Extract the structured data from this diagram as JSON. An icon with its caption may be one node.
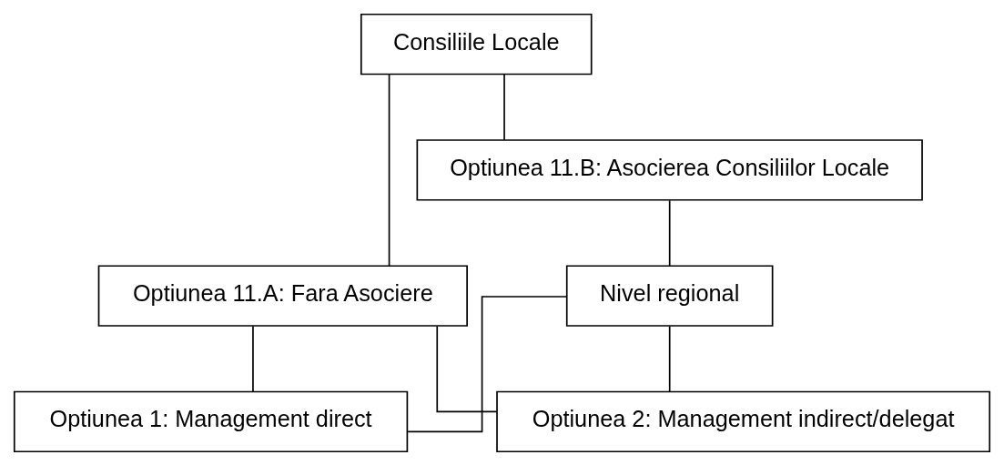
{
  "diagram": {
    "nodes": [
      {
        "text": [
          "Consiliile Locale"
        ]
      },
      {
        "text": [
          "Optiunea 11.A: Fara Asociere"
        ]
      },
      {
        "text": [
          "Optiunea 11.B: Asocierea Consiliilor Locale"
        ]
      },
      {
        "text": [
          "Nivel regional"
        ]
      },
      {
        "text": [
          "Optiunea 1: Management direct"
        ]
      },
      {
        "text": [
          "Optiunea 2: Management indirect/delegat"
        ]
      }
    ],
    "edges": [
      {
        "from": 0,
        "to": 1,
        "arrow": "none"
      },
      {
        "from": 0,
        "to": 2,
        "arrow": "none"
      },
      {
        "from": 2,
        "to": 3,
        "arrow": "none"
      },
      {
        "from": 1,
        "to": 4,
        "arrow": "none"
      },
      {
        "from": 1,
        "to": 5,
        "arrow": "none"
      },
      {
        "from": 3,
        "to": 4,
        "arrow": "none"
      },
      {
        "from": 3,
        "to": 5,
        "arrow": "none"
      }
    ]
  }
}
